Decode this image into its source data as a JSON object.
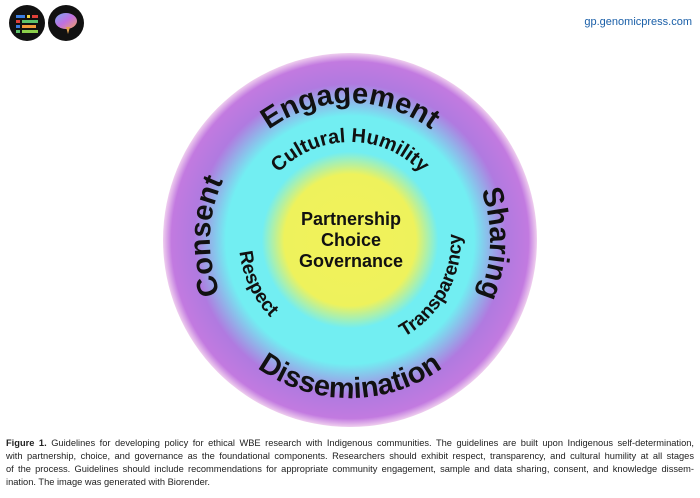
{
  "header": {
    "site": "gp.genomicpress.com"
  },
  "diagram": {
    "center": [
      "Partnership",
      "Choice",
      "Governance"
    ],
    "middle_ring": {
      "top": "Cultural Humility",
      "left": "Respect",
      "right": "Transparency"
    },
    "outer_ring": {
      "top": "Engagement",
      "right": "Sharing",
      "bottom": "Dissemination",
      "left": "Consent"
    },
    "colors": {
      "center": "#f2f25a",
      "middle": "#72eef2",
      "outer": "#c27ae0"
    }
  },
  "caption": {
    "label": "Figure 1.",
    "lines": [
      "Guidelines for developing policy for ethical WBE research with Indigenous communities. The guidelines are built upon Indigenous self-determination,",
      "with partnership, choice, and governance as the foundational components. Researchers should exhibit respect, transparency, and cultural humility at all stages",
      "of the process. Guidelines should include recommendations for appropriate community engagement, sample and data sharing, consent, and knowledge dissem-",
      "ination. The image was generated with Biorender."
    ]
  }
}
